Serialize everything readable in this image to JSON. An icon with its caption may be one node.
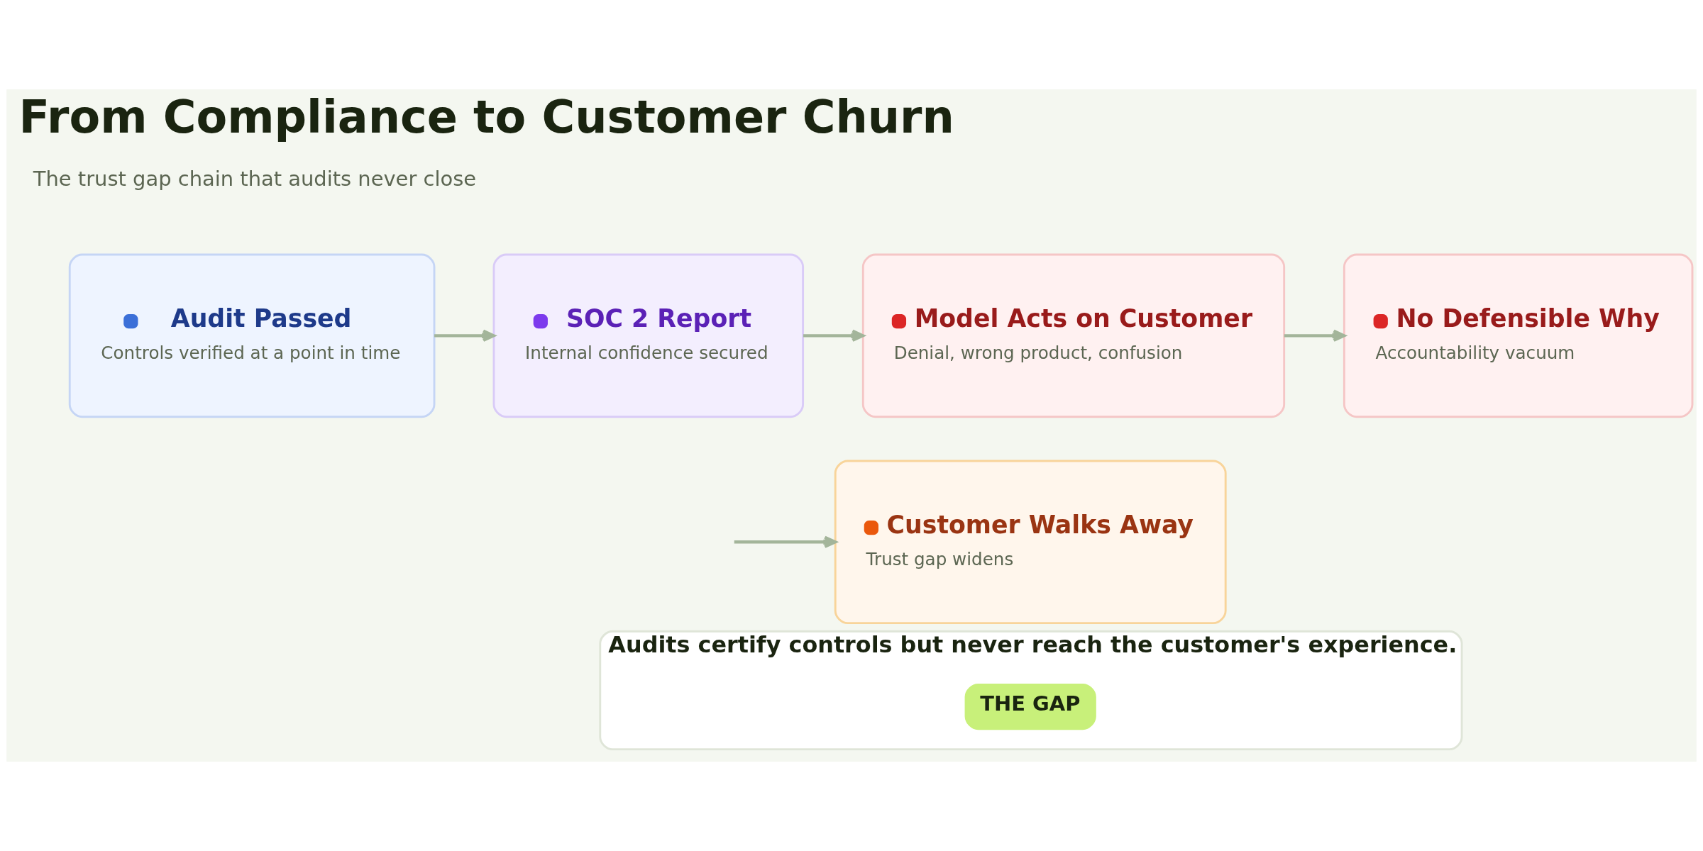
{
  "diagram": {
    "title": "From Compliance to Customer Churn",
    "nodes": [
      {
        "text": [
          "Audit Passed",
          "Controls verified at a point in time"
        ]
      },
      {
        "text": [
          "SOC 2 Report",
          "Internal confidence secured"
        ]
      },
      {
        "text": [
          "Model Acts on Customer",
          "Denial, wrong product, confusion"
        ]
      },
      {
        "text": [
          "No Defensible Why",
          "Accountability vacuum"
        ]
      },
      {
        "text": [
          "Customer Walks Away",
          "Trust gap widens"
        ]
      },
      {
        "text": [
          "Audits certify controls but never reach the customer's experience."
        ]
      },
      {
        "text": [
          "THE GAP"
        ],
        "in": 5
      }
    ],
    "edges": [
      {
        "from": 0,
        "to": 1,
        "arrow": "to"
      },
      {
        "from": 1,
        "to": 2,
        "arrow": "to"
      },
      {
        "from": 2,
        "to": 3,
        "arrow": "to"
      },
      {
        "from": null,
        "to": 4,
        "arrow": "to"
      }
    ],
    "labels": [
      "The trust gap chain that audits never close"
    ]
  }
}
